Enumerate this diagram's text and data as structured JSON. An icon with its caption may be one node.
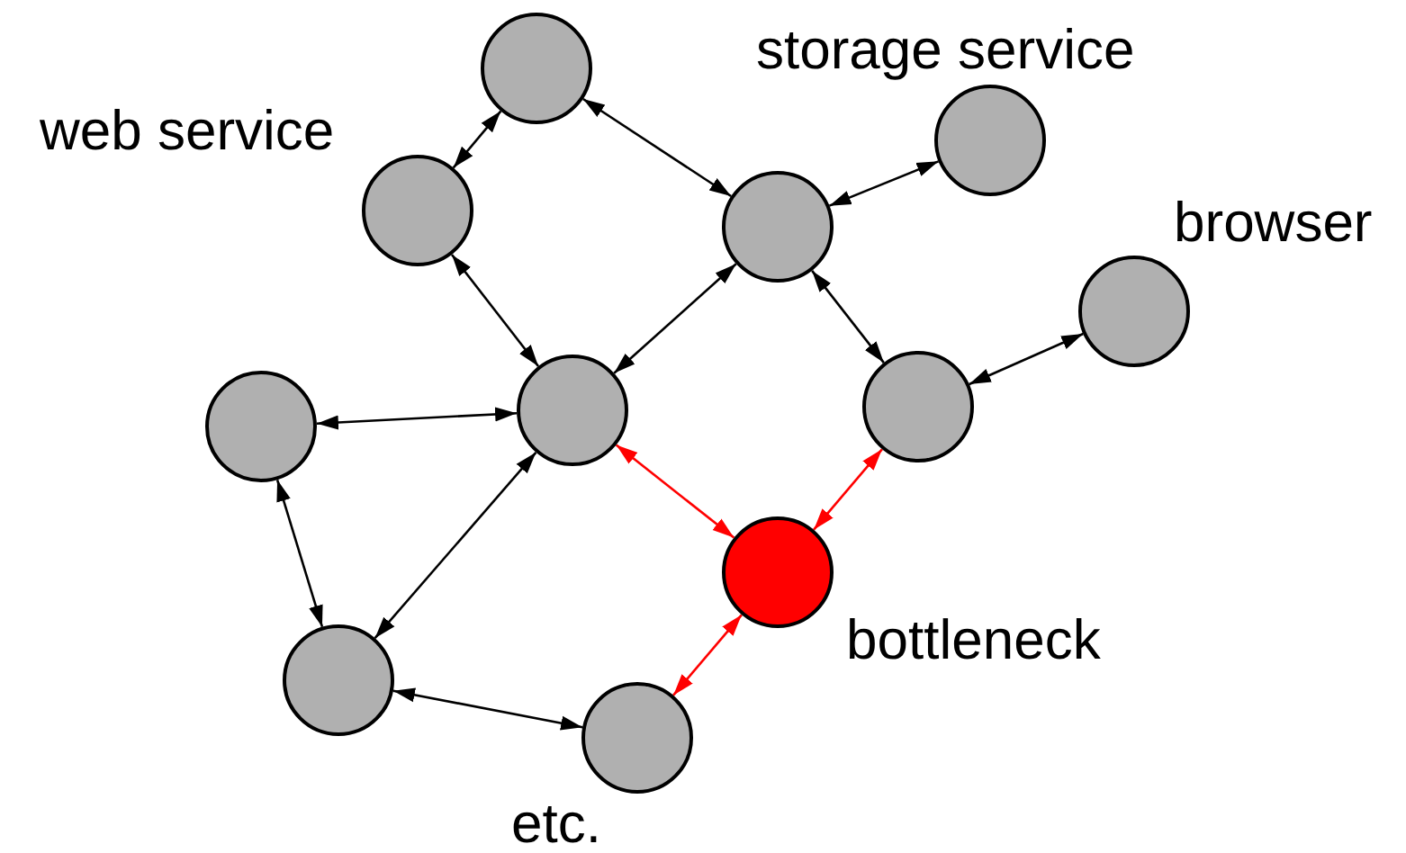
{
  "diagram": {
    "nodes": [
      {
        "text": [],
        "shape": "circle"
      },
      {
        "text": [],
        "shape": "circle",
        "beside": [
          "web service"
        ]
      },
      {
        "text": [],
        "shape": "circle"
      },
      {
        "text": [],
        "shape": "circle",
        "beside": [
          "storage service"
        ]
      },
      {
        "text": [],
        "shape": "circle",
        "beside": [
          "browser"
        ]
      },
      {
        "text": [],
        "shape": "circle"
      },
      {
        "text": [],
        "shape": "circle"
      },
      {
        "text": [],
        "shape": "circle"
      },
      {
        "text": [],
        "shape": "circle",
        "beside": [
          "bottleneck"
        ]
      },
      {
        "text": [],
        "shape": "circle"
      },
      {
        "text": [],
        "shape": "circle",
        "beside": [
          "etc."
        ]
      }
    ],
    "edges": [
      {
        "from": 0,
        "to": 1,
        "arrow": "both"
      },
      {
        "from": 0,
        "to": 2,
        "arrow": "both"
      },
      {
        "from": 2,
        "to": 3,
        "arrow": "both"
      },
      {
        "from": 1,
        "to": 6,
        "arrow": "both"
      },
      {
        "from": 2,
        "to": 6,
        "arrow": "both"
      },
      {
        "from": 2,
        "to": 7,
        "arrow": "both"
      },
      {
        "from": 7,
        "to": 4,
        "arrow": "both"
      },
      {
        "from": 5,
        "to": 6,
        "arrow": "both"
      },
      {
        "from": 5,
        "to": 9,
        "arrow": "both"
      },
      {
        "from": 6,
        "to": 9,
        "arrow": "both"
      },
      {
        "from": 9,
        "to": 10,
        "arrow": "both"
      },
      {
        "from": 6,
        "to": 8,
        "arrow": "both",
        "color": "#ff0000"
      },
      {
        "from": 7,
        "to": 8,
        "arrow": "both",
        "color": "#ff0000"
      },
      {
        "from": 8,
        "to": 10,
        "arrow": "both",
        "color": "#ff0000"
      }
    ]
  }
}
